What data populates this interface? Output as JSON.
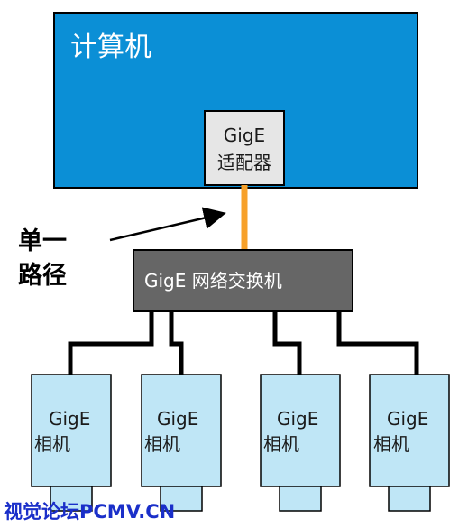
{
  "computer": {
    "label": "计算机"
  },
  "adapter": {
    "line1": "GigE",
    "line2": "适配器"
  },
  "annotation": {
    "line1": "单一",
    "line2": "路径"
  },
  "switch": {
    "label": "GigE 网络交换机"
  },
  "cameras": [
    {
      "line1": "GigE",
      "line2": "相机"
    },
    {
      "line1": "GigE",
      "line2": "相机"
    },
    {
      "line1": "GigE",
      "line2": "相机"
    },
    {
      "line1": "GigE",
      "line2": "相机"
    }
  ],
  "watermark": {
    "text": "视觉论坛PCMV.CN"
  },
  "colors": {
    "computer_fill": "#0b8fd6",
    "adapter_fill": "#e6e6e6",
    "link_color": "#f7a12a",
    "switch_fill": "#666666",
    "camera_fill": "#bfe6f6",
    "watermark": "#1a2fc9"
  }
}
